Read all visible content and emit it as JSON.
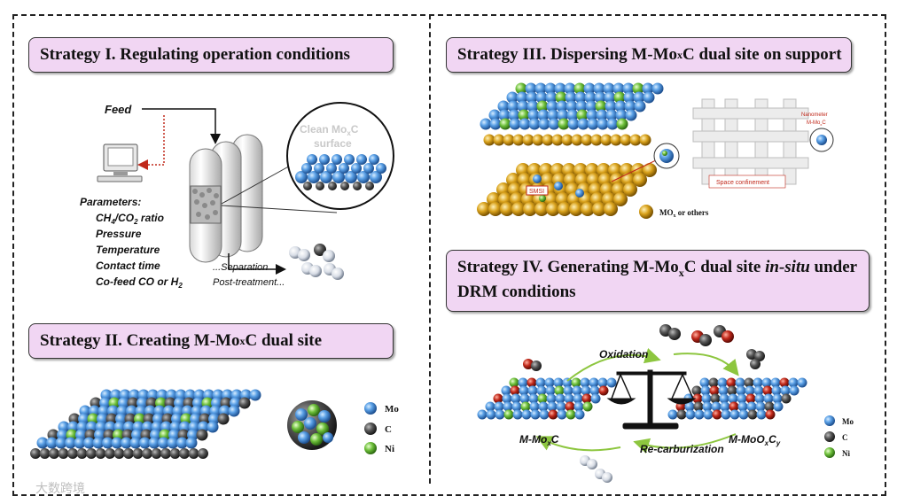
{
  "strategies": {
    "s1": {
      "title_pre": "Strategy I. Regulating operation conditions"
    },
    "s2": {
      "title_pre": "Strategy II. Creating M-Mo",
      "title_sub": "x",
      "title_post": "C dual site"
    },
    "s3": {
      "title_pre": "Strategy III. Dispersing M-Mo",
      "title_sub": "x",
      "title_post": "C dual site on support"
    },
    "s4": {
      "title_pre": "Strategy IV. Generating M-Mo",
      "title_sub": "x",
      "title_mid": "C dual site ",
      "title_em": "in-situ",
      "title_post": " under",
      "title_line2": "DRM conditions"
    }
  },
  "s1_diagram": {
    "feed": "Feed",
    "surface_line1": "Clean Mo",
    "surface_sub": "x",
    "surface_line1b": "C",
    "surface_line2": "surface",
    "params_title": "Parameters:",
    "params": [
      {
        "pre": "CH",
        "sub1": "4",
        "mid": "/CO",
        "sub2": "2",
        "post": " ratio"
      },
      {
        "pre": "Pressure"
      },
      {
        "pre": "Temperature"
      },
      {
        "pre": "Contact time"
      },
      {
        "pre": "Co-feed CO or H",
        "sub1": "2"
      }
    ],
    "separation": "...Separation",
    "post_treatment": "Post-treatment..."
  },
  "legend": [
    {
      "label": "Mo",
      "color": "#4a90d9"
    },
    {
      "label": "C",
      "color": "#555555"
    },
    {
      "label": "Ni",
      "color": "#6dbf3a"
    }
  ],
  "s3_diagram": {
    "smsi": "SMSI",
    "nanometer": "Nanometer",
    "nanometer_2": "M-Mo",
    "nanometer_sub": "x",
    "nanometer_3": "C",
    "space": "Space confinement",
    "mox_pre": "MO",
    "mox_sub": "x",
    "mox_post": " or others"
  },
  "s4_diagram": {
    "oxidation": "Oxidation",
    "recarb": "Re-carburization",
    "left_pre": "M-Mo",
    "left_sub": "x",
    "left_post": "C",
    "right_pre": "M-MoO",
    "right_sub1": "x",
    "right_mid": "C",
    "right_sub2": "y"
  },
  "watermark": "大数跨境",
  "colors": {
    "title_bg": "#f1d6f3",
    "mo_blue": "#4a90d9",
    "c_gray": "#555555",
    "ni_green": "#6dbf3a",
    "support_gold": "#d9a21c"
  }
}
